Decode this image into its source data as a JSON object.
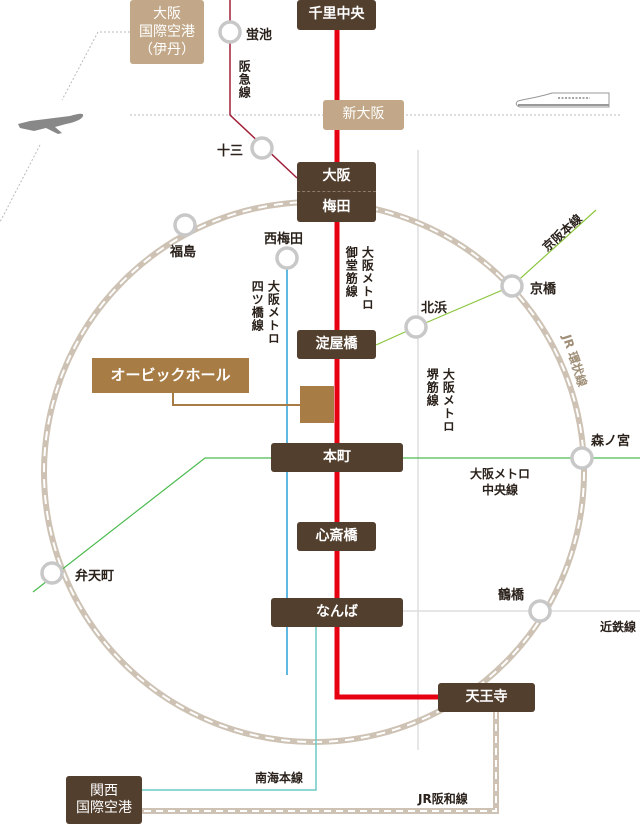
{
  "stations_major": {
    "senri_chuo": "千里中央",
    "shin_osaka": "新大阪",
    "osaka": "大阪",
    "umeda": "梅田",
    "yodoyabashi": "淀屋橋",
    "hommachi": "本町",
    "shinsaibashi": "心斎橋",
    "namba": "なんば",
    "tennoji": "天王寺",
    "kansai_airport": "関西\n国際空港",
    "itami_airport": "大阪\n国際空港\n（伊丹）"
  },
  "stations_minor": {
    "hotarugaike": "蛍池",
    "juso": "十三",
    "fukushima": "福島",
    "nishi_umeda": "西梅田",
    "kitahama": "北浜",
    "kyobashi": "京橋",
    "morinomiya": "森ノ宮",
    "bentencho": "弁天町",
    "tsuruhashi": "鶴橋"
  },
  "lines": {
    "hankyu": "阪急線",
    "midosuji": "大阪メトロ\n御堂筋線",
    "yotsubashi": "大阪メトロ\n四ツ橋線",
    "sakaisuji": "大阪メトロ\n堺筋線",
    "chuo": "大阪メトロ\n中央線",
    "keihan": "京阪本線",
    "jr_loop": "JR 環状線",
    "kintetsu": "近鉄線",
    "nankai": "南海本線",
    "jr_hanwa": "JR阪和線"
  },
  "venue": {
    "name": "オービックホール"
  },
  "colors": {
    "station_box": "#523f2e",
    "tan_box": "#c2a888",
    "venue": "#a87c45",
    "midosuji": "#e60012",
    "hankyu": "#a0203a",
    "yotsubashi": "#2aa0d8",
    "keihan": "#8cc63f",
    "chuo": "#4cbb50",
    "nankai": "#6cc9c4",
    "jr": "#cdc2b4"
  }
}
